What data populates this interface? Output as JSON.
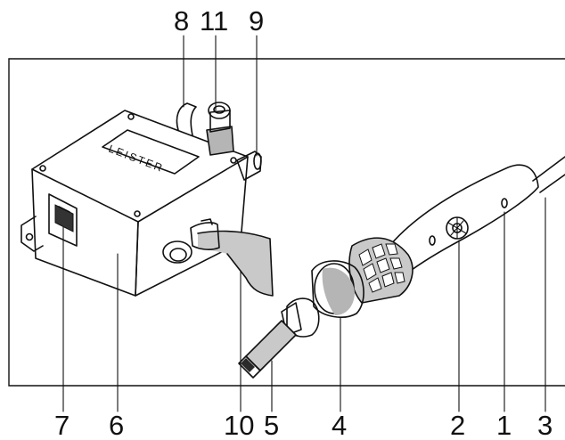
{
  "diagram": {
    "brand_label": "LEISTER",
    "callouts": [
      {
        "id": "c8",
        "text": "8"
      },
      {
        "id": "c11",
        "text": "11"
      },
      {
        "id": "c9",
        "text": "9"
      },
      {
        "id": "c7",
        "text": "7"
      },
      {
        "id": "c6",
        "text": "6"
      },
      {
        "id": "c10",
        "text": "10"
      },
      {
        "id": "c5",
        "text": "5"
      },
      {
        "id": "c4",
        "text": "4"
      },
      {
        "id": "c2",
        "text": "2"
      },
      {
        "id": "c1",
        "text": "1"
      },
      {
        "id": "c3",
        "text": "3"
      }
    ]
  }
}
